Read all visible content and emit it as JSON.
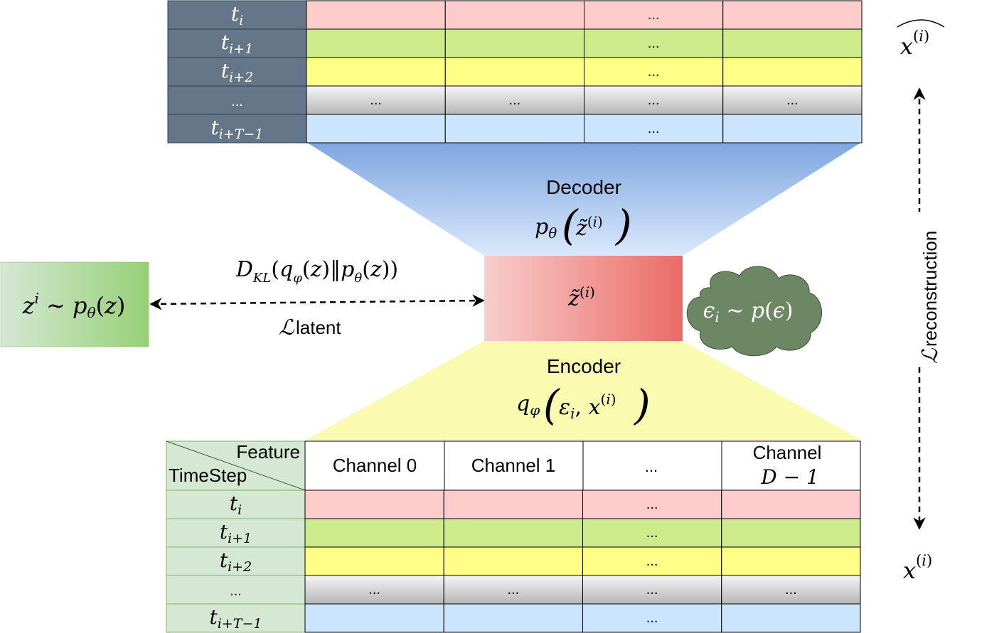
{
  "colors": {
    "row_ti": "#ffcccc",
    "row_ti1": "#cdeb8b",
    "row_ti2": "#ffff88",
    "row_ti_t1": "#cce5ff",
    "row_dots_top": "#f6f6f6",
    "row_dots_bottom": "#b6b6b6",
    "top_timestep_bg": "#647687",
    "bottom_timestep_bg": "#d5e8d4",
    "decoder_fan_top": "#7ea6e0",
    "encoder_fan": "#fafab0",
    "latent_box_left": "#f8cecc",
    "latent_box_right": "#ea6b66",
    "prior_box_left": "#d5e8d4",
    "prior_box_right": "#97d077",
    "cloud_fill": "#6d8764"
  },
  "top_table": {
    "timesteps": [
      "t_i",
      "t_{i+1}",
      "t_{i+2}",
      "...",
      "t_{i+T-1}"
    ],
    "cells": [
      [
        "",
        "",
        "...",
        ""
      ],
      [
        "",
        "",
        "...",
        ""
      ],
      [
        "",
        "",
        "...",
        ""
      ],
      [
        "...",
        "...",
        "...",
        "..."
      ],
      [
        "",
        "",
        "...",
        ""
      ]
    ]
  },
  "bottom_table": {
    "header_feature": "Feature",
    "header_timestep": "TimeStep",
    "channels": [
      "Channel 0",
      "Channel 1",
      "...",
      "Channel"
    ],
    "last_channel_math": "D − 1",
    "timesteps": [
      "t_i",
      "t_{i+1}",
      "t_{i+2}",
      "...",
      "t_{i+T-1}"
    ],
    "cells": [
      [
        "",
        "",
        "...",
        ""
      ],
      [
        "",
        "",
        "...",
        ""
      ],
      [
        "",
        "",
        "...",
        ""
      ],
      [
        "...",
        "...",
        "...",
        "..."
      ],
      [
        "",
        "",
        "...",
        ""
      ]
    ]
  },
  "decoder": {
    "label": "Decoder",
    "formula": "pθ(z̃(i))"
  },
  "encoder": {
    "label": "Encoder",
    "formula": "qφ(εi, x(i))"
  },
  "latent": {
    "formula": "z̃(i)"
  },
  "noise": {
    "formula": "ϵi ∼ p(ϵ)"
  },
  "prior": {
    "formula": "zi ∼ pθ(z)"
  },
  "kl": {
    "formula": "DKL(qφ(z)‖pθ(z))",
    "loss": "latent"
  },
  "reconstruction": {
    "loss": "reconstruction",
    "output_label": "x(i)",
    "input_label": "x(i)"
  }
}
